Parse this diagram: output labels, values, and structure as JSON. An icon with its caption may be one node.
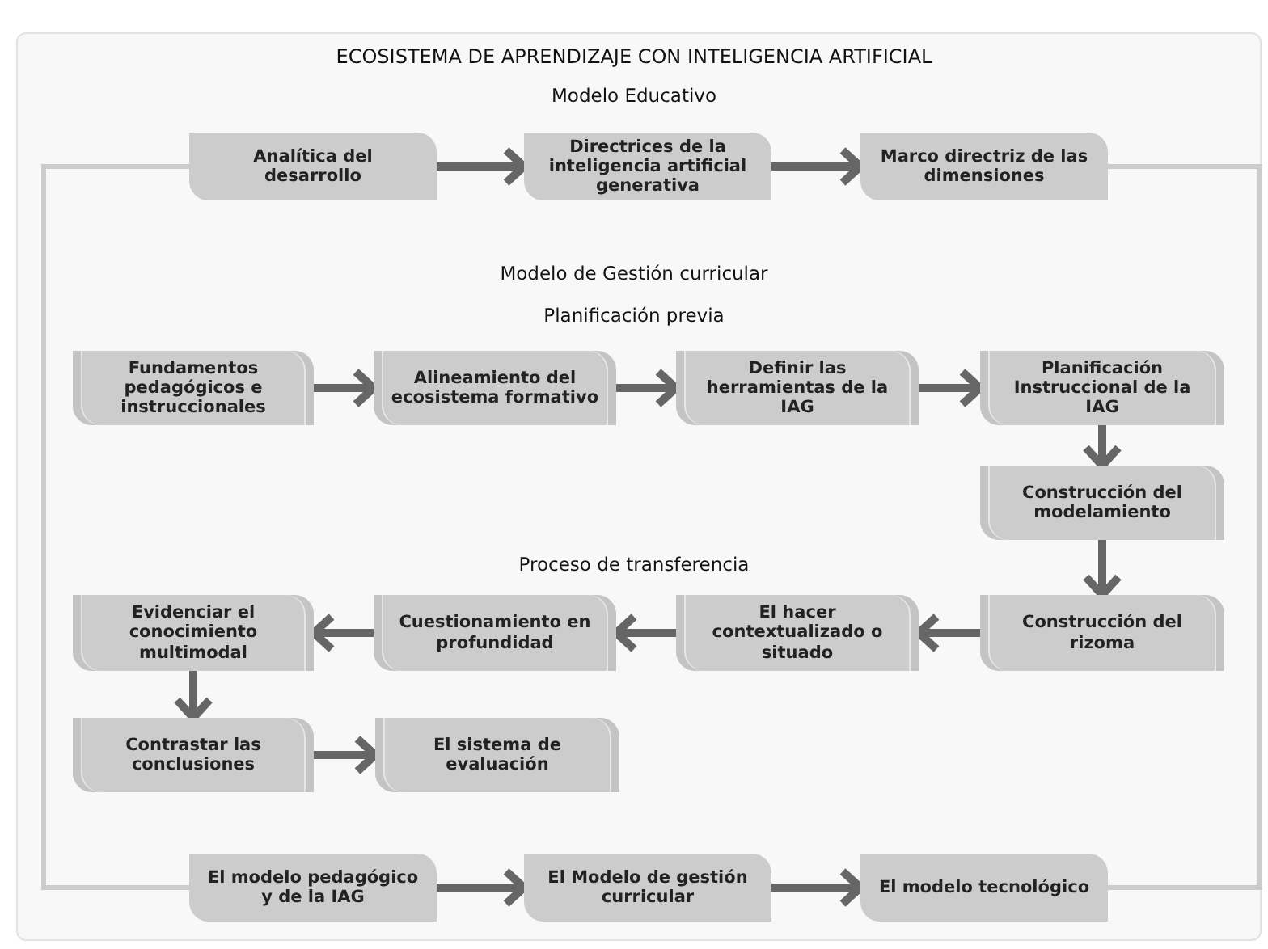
{
  "diagram": {
    "title": "ECOSISTEMA DE APRENDIZAJE CON INTELIGENCIA ARTIFICIAL",
    "nodes": [
      {
        "text": [
          "Analítica del desarrollo"
        ]
      },
      {
        "text": [
          "Directrices de la inteligencia artificial generativa"
        ]
      },
      {
        "text": [
          "Marco directriz de las dimensiones"
        ]
      },
      {
        "text": [
          "Fundamentos pedagógicos e instruccionales"
        ]
      },
      {
        "text": [
          "Alineamiento del ecosistema formativo"
        ]
      },
      {
        "text": [
          "Definir las herramientas de la IAG"
        ]
      },
      {
        "text": [
          "Planificación Instruccional de la IAG"
        ]
      },
      {
        "text": [
          "Construcción del modelamiento"
        ]
      },
      {
        "text": [
          "Evidenciar el conocimiento multimodal"
        ]
      },
      {
        "text": [
          "Cuestionamiento en profundidad"
        ]
      },
      {
        "text": [
          "El hacer contextualizado o situado"
        ]
      },
      {
        "text": [
          "Construcción del rizoma"
        ]
      },
      {
        "text": [
          "Contrastar las conclusiones"
        ]
      },
      {
        "text": [
          "El sistema de evaluación"
        ]
      },
      {
        "text": [
          "El modelo pedagógico y de la IAG"
        ]
      },
      {
        "text": [
          "El Modelo de gestión curricular"
        ]
      },
      {
        "text": [
          "El modelo tecnológico"
        ]
      }
    ],
    "edges": [
      {
        "from": 0,
        "to": 1,
        "arrow": "to"
      },
      {
        "from": 1,
        "to": 2,
        "arrow": "to"
      },
      {
        "from": 3,
        "to": 4,
        "arrow": "to"
      },
      {
        "from": 4,
        "to": 5,
        "arrow": "to"
      },
      {
        "from": 5,
        "to": 6,
        "arrow": "to"
      },
      {
        "from": 6,
        "to": 7,
        "arrow": "to"
      },
      {
        "from": 7,
        "to": 11,
        "arrow": "to"
      },
      {
        "from": 11,
        "to": 10,
        "arrow": "to"
      },
      {
        "from": 10,
        "to": 9,
        "arrow": "to"
      },
      {
        "from": 9,
        "to": 8,
        "arrow": "to"
      },
      {
        "from": 8,
        "to": 12,
        "arrow": "to"
      },
      {
        "from": 12,
        "to": 13,
        "arrow": "to"
      },
      {
        "from": 14,
        "to": 15,
        "arrow": "to"
      },
      {
        "from": 15,
        "to": 16,
        "arrow": "to"
      },
      {
        "from": 0,
        "to": 14,
        "arrow": "none",
        "color": "#cccccc"
      },
      {
        "from": 2,
        "to": 16,
        "arrow": "none",
        "color": "#cccccc"
      }
    ],
    "labels": [
      "Modelo Educativo",
      "Modelo de Gestión curricular",
      "Planificación previa",
      "Proceso de transferencia"
    ]
  }
}
